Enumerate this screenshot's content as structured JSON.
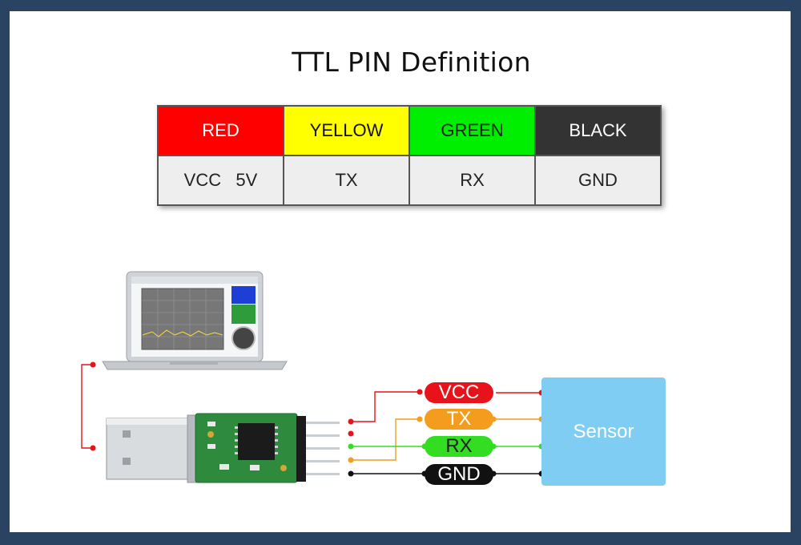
{
  "title": "TTL PIN Definition",
  "table": {
    "colors": [
      {
        "label": "RED",
        "bg": "#ff0000",
        "fg": "#ffffff"
      },
      {
        "label": "YELLOW",
        "bg": "#ffff00",
        "fg": "#111111"
      },
      {
        "label": "GREEN",
        "bg": "#00ee00",
        "fg": "#222222"
      },
      {
        "label": "BLACK",
        "bg": "#333333",
        "fg": "#ffffff"
      }
    ],
    "functions": [
      "VCC   5V",
      "TX",
      "RX",
      "GND"
    ]
  },
  "connections": [
    {
      "label": "VCC",
      "color": "#e8121a"
    },
    {
      "label": "TX",
      "color": "#f39c1e"
    },
    {
      "label": "RX",
      "color": "#33dd22"
    },
    {
      "label": "GND",
      "color": "#111111"
    }
  ],
  "sensor_label": "Sensor",
  "colors": {
    "background": "#2a4362",
    "sensor": "#7fcdf2",
    "pcb": "#2e8b3e"
  }
}
